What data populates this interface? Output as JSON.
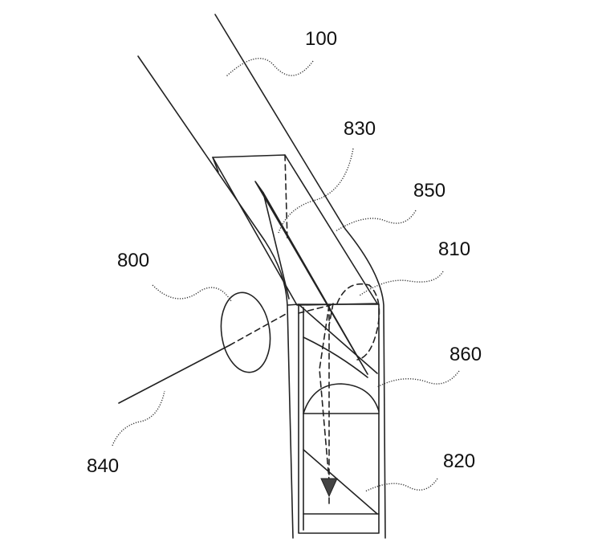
{
  "figure": {
    "labels": {
      "l100": "100",
      "l830": "830",
      "l850": "850",
      "l810": "810",
      "l800": "800",
      "l860": "860",
      "l840": "840",
      "l820": "820"
    },
    "colors": {
      "line": "#222222",
      "background": "#ffffff"
    }
  }
}
